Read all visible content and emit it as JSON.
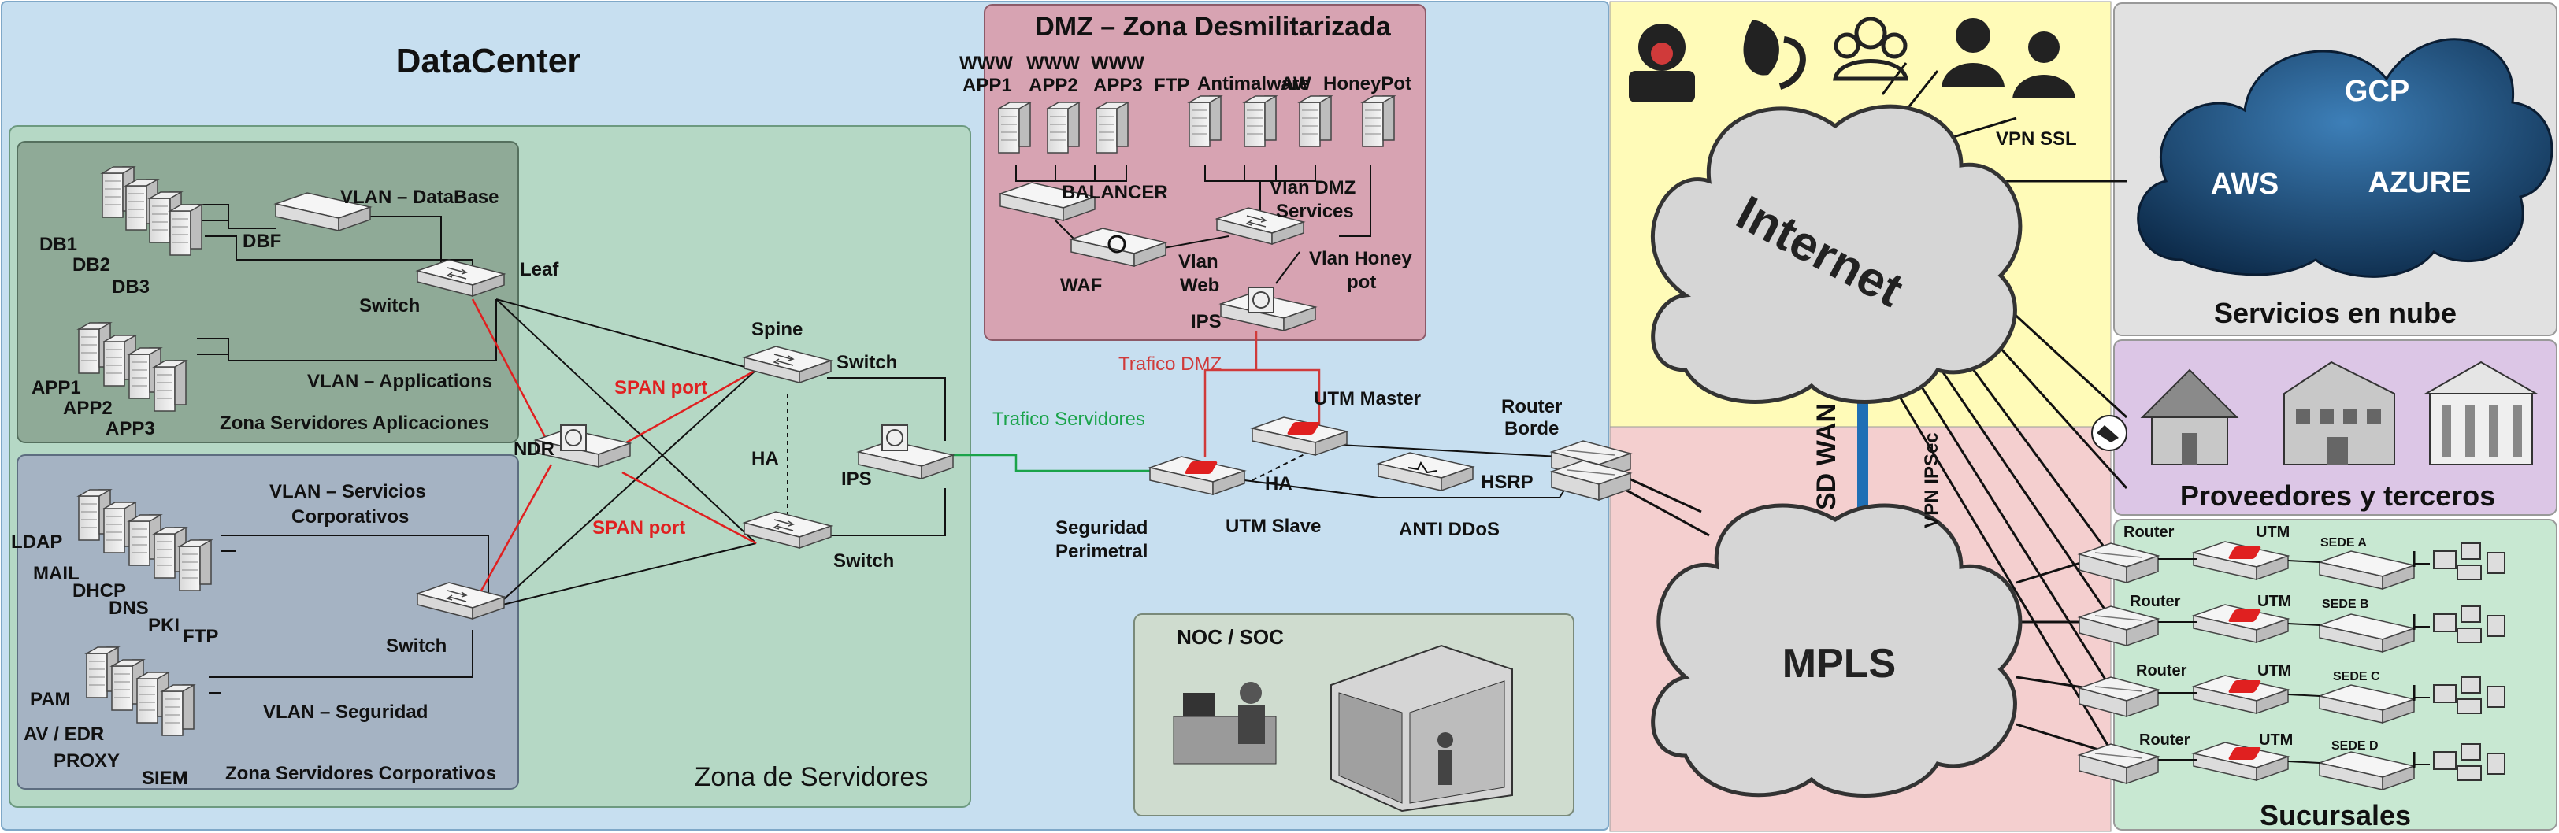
{
  "zones": {
    "datacenter": "DataCenter",
    "dmz": "DMZ – Zona Desmilitarizada",
    "servers": "Zona de Servidores",
    "apps_zone": "Zona Servidores Aplicaciones",
    "corp_zone": "Zona Servidores Corporativos",
    "noc": "NOC / SOC",
    "cloud": "Servicios en nube",
    "providers": "Proveedores y terceros",
    "branches": "Sucursales"
  },
  "labels": {
    "vlan_db": "VLAN – DataBase",
    "vlan_apps": "VLAN – Applications",
    "vlan_corp_1": "VLAN – Servicios",
    "vlan_corp_2": "Corporativos",
    "vlan_sec": "VLAN – Seguridad",
    "leaf": "Leaf",
    "switch": "Switch",
    "spine": "Spine",
    "ha": "HA",
    "ndr": "NDR",
    "ips": "IPS",
    "span": "SPAN port",
    "dbf": "DBF",
    "traffic_servers": "Trafico Servidores",
    "traffic_dmz": "Trafico DMZ",
    "utm_master": "UTM Master",
    "utm_slave": "UTM Slave",
    "sec_1": "Seguridad",
    "sec_2": "Perimetral",
    "anti_ddos": "ANTI DDoS",
    "router": "Router",
    "borde": "Borde",
    "hsrp": "HSRP",
    "balancer": "BALANCER",
    "waf": "WAF",
    "vlan_web_1": "Vlan",
    "vlan_web_2": "Web",
    "vlan_dmz_1": "Vlan DMZ",
    "vlan_dmz_2": "Services",
    "vlan_honey_1": "Vlan Honey",
    "vlan_honey_2": "pot",
    "www": "WWW",
    "ftp": "FTP",
    "antimalware": "Antimalware",
    "aw": "AW",
    "honeypot": "HoneyPot",
    "internet": "Internet",
    "mpls": "MPLS",
    "sdwan": "SD WAN",
    "vpn_ssl": "VPN SSL",
    "vpn_ipsec": "VPN IPSec",
    "gcp": "GCP",
    "aws": "AWS",
    "azure": "AZURE",
    "utm": "UTM"
  },
  "db_servers": [
    "DB1",
    "DB2",
    "DB3"
  ],
  "app_servers": [
    "APP1",
    "APP2",
    "APP3"
  ],
  "dmz_apps": [
    "APP1",
    "APP2",
    "APP3"
  ],
  "corp_servers": [
    "LDAP",
    "MAIL",
    "DHCP",
    "DNS",
    "PKI",
    "FTP"
  ],
  "sec_servers": [
    "PAM",
    "AV / EDR",
    "PROXY",
    "SIEM"
  ],
  "sedes": [
    "SEDE A",
    "SEDE B",
    "SEDE C",
    "SEDE D"
  ],
  "colors": {
    "datacenter": "#c7dff0",
    "servers": "#b5d8c5",
    "apps": "#8faa97",
    "corp": "#a5b3c3",
    "dmz": "#d7a3b2",
    "noc": "#cfdccf",
    "internet_zone": "#fffbb8",
    "mpls_zone": "#f4cfcf",
    "cloud_zone": "#e1e1e1",
    "providers_zone": "#dcc6e6",
    "branches_zone": "#c8e8d2",
    "span": "#e02020",
    "traffic_servers": "#1aa34a",
    "traffic_dmz": "#d03a3a",
    "sdwan": "#1f6fb5"
  }
}
